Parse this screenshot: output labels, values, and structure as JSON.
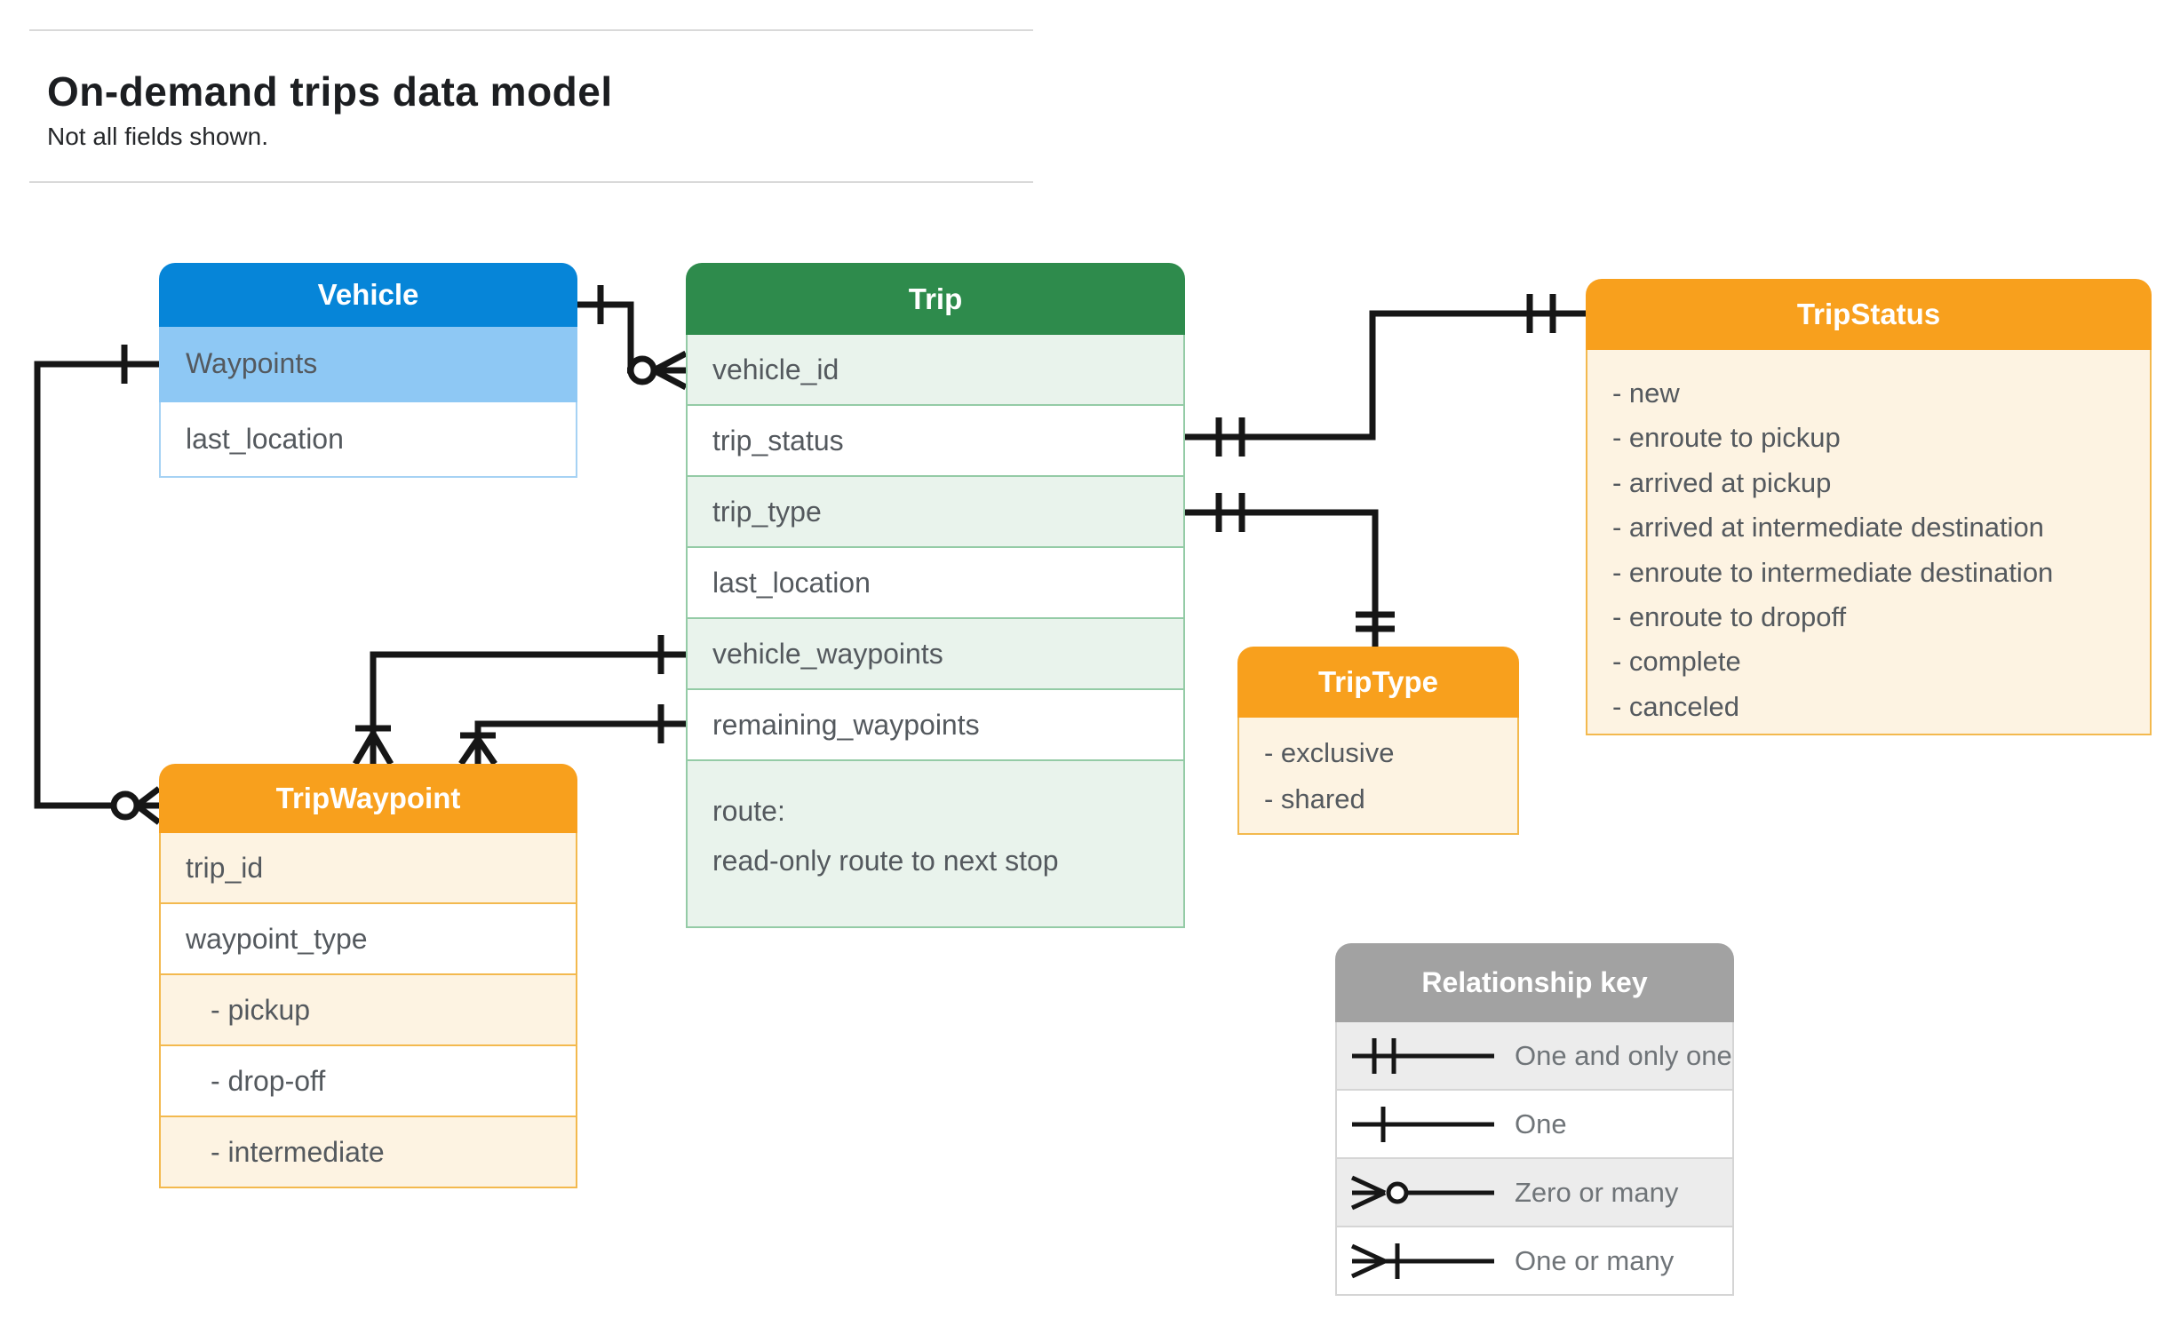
{
  "header": {
    "title": "On-demand trips data model",
    "subtitle": "Not all fields shown."
  },
  "entities": {
    "vehicle": {
      "title": "Vehicle",
      "fields": [
        "Waypoints",
        "last_location"
      ]
    },
    "trip": {
      "title": "Trip",
      "fields": [
        "vehicle_id",
        "trip_status",
        "trip_type",
        "last_location",
        "vehicle_waypoints",
        "remaining_waypoints"
      ],
      "route_line1": "route:",
      "route_line2": "read-only route to next stop"
    },
    "tripstatus": {
      "title": "TripStatus",
      "values": [
        "- new",
        "- enroute to pickup",
        "- arrived at pickup",
        "- arrived at intermediate destination",
        "- enroute to intermediate destination",
        "- enroute to dropoff",
        "- complete",
        "- canceled"
      ]
    },
    "triptype": {
      "title": "TripType",
      "values": [
        "- exclusive",
        "- shared"
      ]
    },
    "tripwaypoint": {
      "title": "TripWaypoint",
      "rows": [
        "trip_id",
        "waypoint_type",
        "- pickup",
        "- drop-off",
        "- intermediate"
      ]
    }
  },
  "legend": {
    "title": "Relationship key",
    "rows": [
      {
        "symbol": "one-and-only-one-symbol",
        "label": "One and only one"
      },
      {
        "symbol": "one-symbol",
        "label": "One"
      },
      {
        "symbol": "zero-or-many-symbol",
        "label": "Zero or many"
      },
      {
        "symbol": "one-or-many-symbol",
        "label": "One or many"
      }
    ]
  },
  "colors": {
    "blue-header": "#0685d8",
    "blue-row": "#8ec8f4",
    "green-header": "#2e8b4c",
    "green-row": "#e9f3ec",
    "orange-header": "#f8a01d",
    "cream-row": "#fdf3e2",
    "gray-header": "#a2a2a2",
    "line": "#161616"
  }
}
